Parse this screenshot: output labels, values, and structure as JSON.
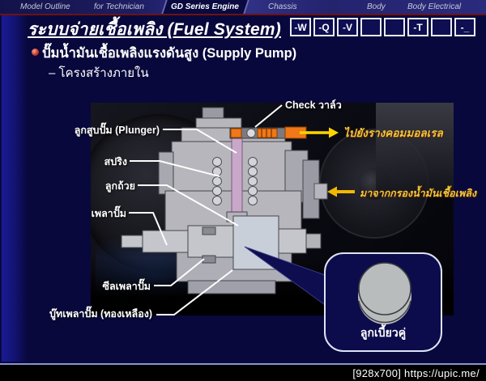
{
  "navbar": {
    "tabs": [
      {
        "label": "Model Outline",
        "active": false
      },
      {
        "label": "for Technician",
        "active": false
      },
      {
        "label": "GD Series Engine",
        "active": true
      },
      {
        "label": "Chassis",
        "active": false
      },
      {
        "label": "Body",
        "active": false
      },
      {
        "label": "Body Electrical",
        "active": false
      }
    ]
  },
  "title_bar": {
    "title": "ระบบจ่ายเชื้อเพลิง (Fuel System)",
    "buttons": [
      "-W",
      "-Q",
      "-V",
      "",
      "",
      "-T",
      "",
      "-_"
    ]
  },
  "content": {
    "bullet_heading": "ปั๊มน้ำมันเชื้อเพลิงแรงดันสูง (Supply Pump)",
    "sub_item": "– โครงสร้างภายใน"
  },
  "figure": {
    "callouts": {
      "check_valve": "Check วาล์ว",
      "plunger": "ลูกสูบปั๊ม (Plunger)",
      "spring": "สปริง",
      "tappet": "ลูกถ้วย",
      "pump_shaft": "เพลาปั๊ม",
      "shaft_seal": "ซีลเพลาปั๊ม",
      "shaft_bush": "บู๊ทเพลาปั๊ม (ทองเหลือง)",
      "double_cam": "ลูกเบี้ยวคู่"
    },
    "flow_labels": {
      "to_common_rail": "ไปยังรางคอมมอลเรล",
      "from_fuel_filter": "มาจากกรองน้ำมันเชื้อเพลิง"
    },
    "colors": {
      "flow_arrow_yellow": "#ffd400",
      "flow_text_yellow": "#f2c53d",
      "check_valve_orange": "#f07818"
    }
  },
  "footer": {
    "watermark": "[928x700] https://upic.me/"
  }
}
